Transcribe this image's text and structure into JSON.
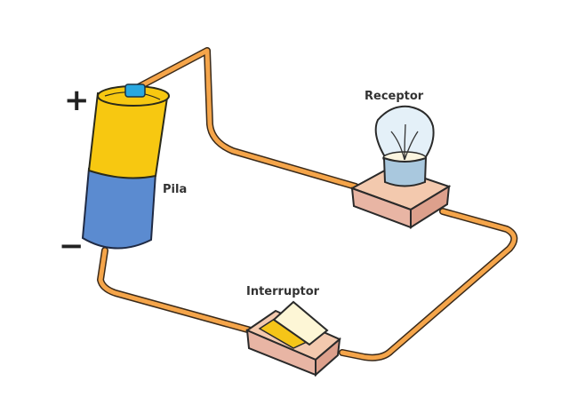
{
  "title": "Circuito eléctrico simple",
  "labels": {
    "battery": "Pila",
    "bulb": "Receptor",
    "switch": "Interruptor",
    "positive": "+",
    "negative": "−"
  },
  "colors": {
    "wire": "#F5A54A",
    "battery_top": "#F7C811",
    "battery_bottom": "#5B8BD0",
    "terminal": "#29A8E0",
    "box": "#F3C9AE",
    "bulb_glass": "#E4F0F8",
    "bulb_base": "#A9C8DE",
    "switch_lever": "#FDF6D6",
    "switch_inner": "#F5C518"
  }
}
